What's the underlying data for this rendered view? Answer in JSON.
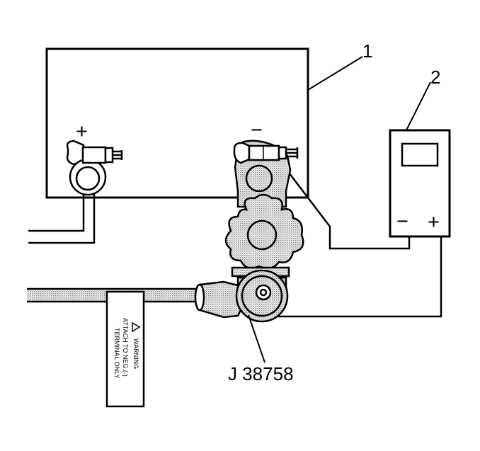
{
  "callouts": {
    "battery": "1",
    "meter": "2",
    "tool": "J 38758"
  },
  "battery": {
    "positive_sign": "+",
    "negative_sign": "−"
  },
  "meter": {
    "negative_sign": "−",
    "positive_sign": "+"
  },
  "warning_tag": {
    "icon": "warning-triangle-icon",
    "line1": "WARNING",
    "line2": "ATTACH TO NEG.(-)",
    "line3": "TERMINAL ONLY"
  },
  "colors": {
    "line": "#000000",
    "stipple": "#8a8a8a",
    "background": "#ffffff"
  }
}
